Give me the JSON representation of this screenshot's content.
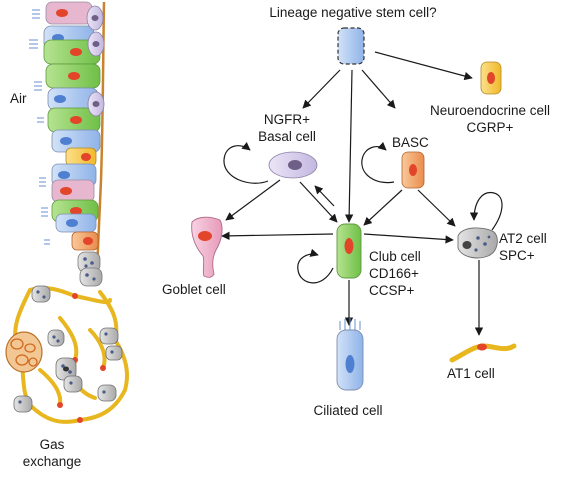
{
  "left_panel": {
    "air_label": "Air",
    "gas_exchange_label": [
      "Gas",
      "exchange"
    ]
  },
  "nodes": {
    "stem": {
      "label": "Lineage negative stem cell?"
    },
    "neuroendocrine": {
      "label": [
        "Neuroendocrine cell",
        "CGRP+"
      ]
    },
    "basal": {
      "label": [
        "NGFR+",
        "Basal cell"
      ]
    },
    "basc": {
      "label": "BASC"
    },
    "goblet": {
      "label": "Goblet cell"
    },
    "club": {
      "label": [
        "Club cell",
        "CD166+",
        "CCSP+"
      ]
    },
    "at2": {
      "label": [
        "AT2 cell",
        "SPC+"
      ]
    },
    "ciliated": {
      "label": "Ciliated cell"
    },
    "at1": {
      "label": "AT1 cell"
    }
  },
  "colors": {
    "nucleus_red": "#e2452a",
    "nucleus_blue": "#4f7fd1",
    "nucleus_purple": "#6d5f86",
    "club_green": "#8fd26a",
    "basal_lavender": "#d6cdeb",
    "basc_orange": "#f0a46a",
    "neuro_yellow": "#f5c542",
    "goblet_pink": "#efb2cc",
    "ciliated_blue": "#aac6ee",
    "at2_gray": "#c8c8c8",
    "at1_yellow": "#f7cf3c",
    "basement_brown": "#c9832e"
  }
}
